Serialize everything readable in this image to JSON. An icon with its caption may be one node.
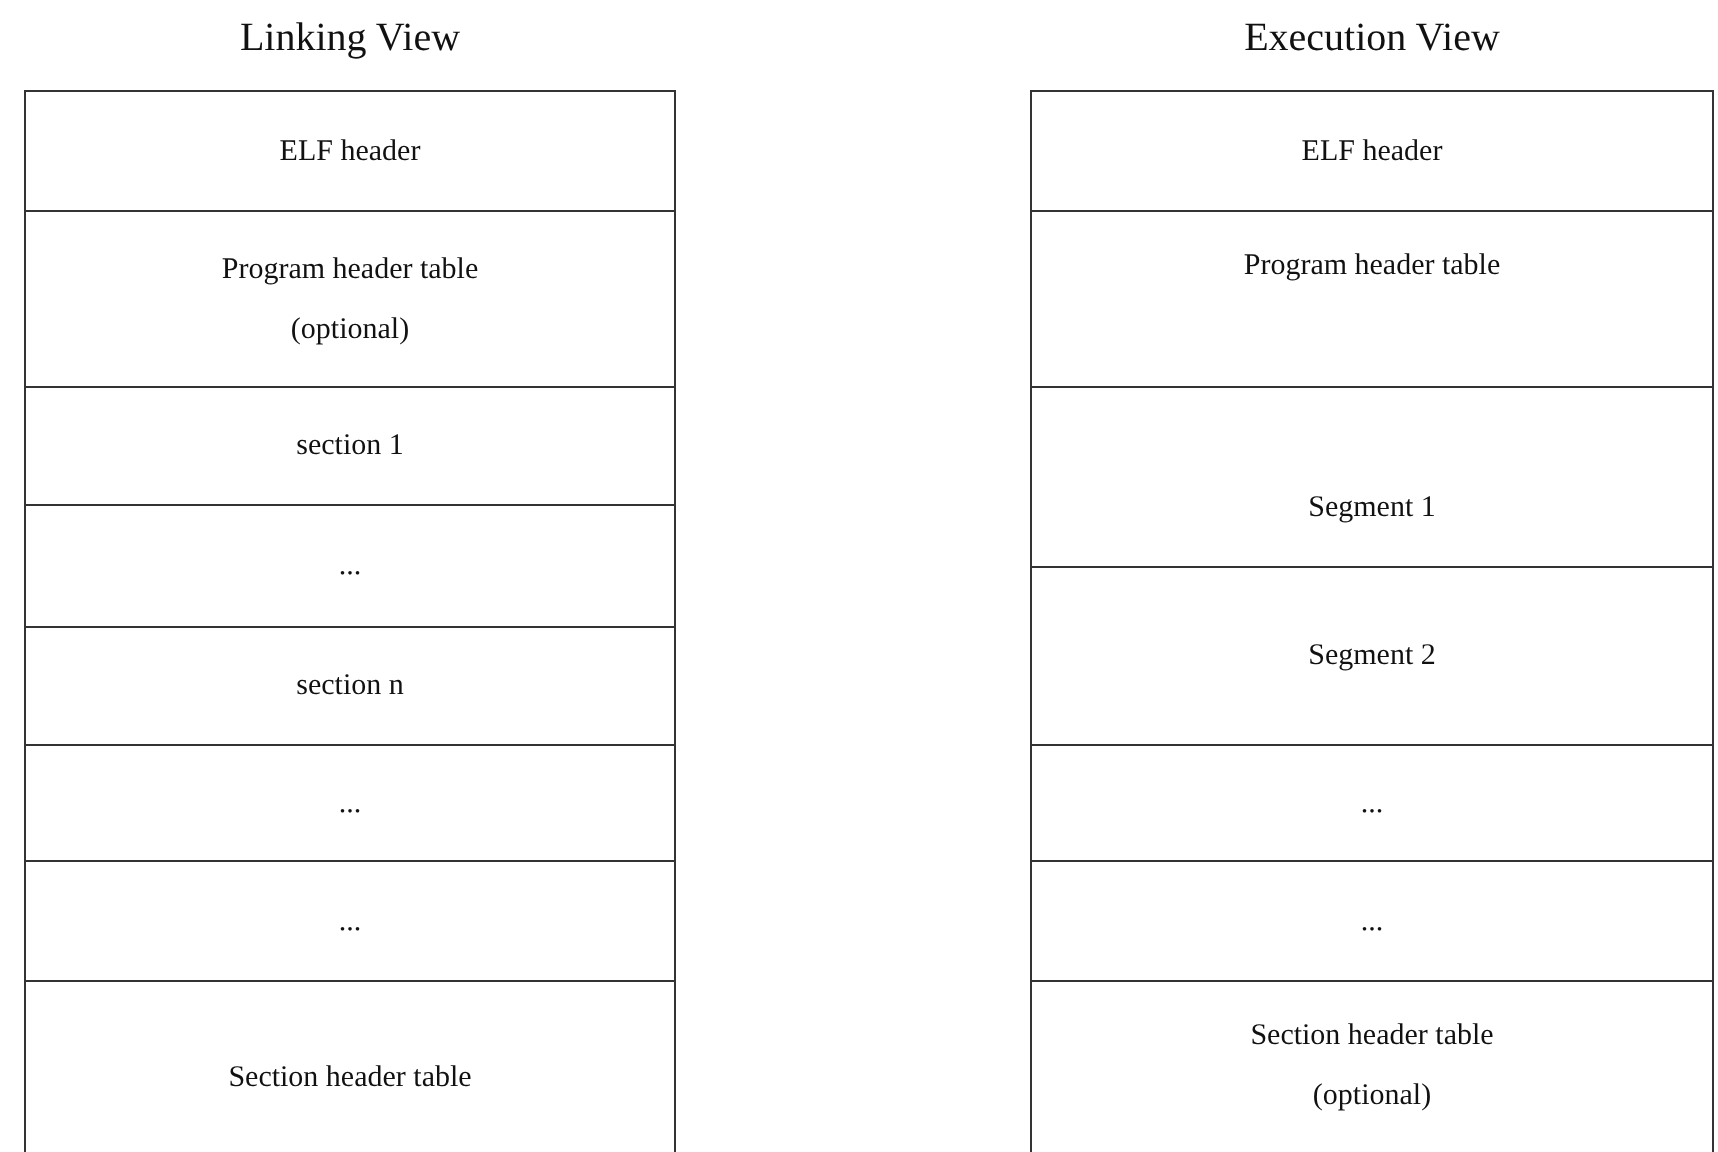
{
  "diagram": {
    "nodes": [
      {
        "text": [
          "Linking View"
        ]
      },
      {
        "text": [
          "ELF header"
        ],
        "in": 0
      },
      {
        "text": [
          "Program header table (optional)"
        ],
        "in": 0
      },
      {
        "text": [
          "section 1"
        ],
        "in": 0
      },
      {
        "text": [
          "..."
        ],
        "in": 0
      },
      {
        "text": [
          "section n"
        ],
        "in": 0
      },
      {
        "text": [
          "..."
        ],
        "in": 0
      },
      {
        "text": [
          "..."
        ],
        "in": 0
      },
      {
        "text": [
          "Section header table"
        ],
        "in": 0
      },
      {
        "text": [
          "Execution View"
        ]
      },
      {
        "text": [
          "ELF header"
        ],
        "in": 9
      },
      {
        "text": [
          "Program header table"
        ],
        "in": 9
      },
      {
        "text": [
          "Segment 1"
        ],
        "in": 9
      },
      {
        "text": [
          "Segment 2"
        ],
        "in": 9
      },
      {
        "text": [
          "..."
        ],
        "in": 9
      },
      {
        "text": [
          "..."
        ],
        "in": 9
      },
      {
        "text": [
          "Section header table (optional)"
        ],
        "in": 9
      }
    ]
  }
}
